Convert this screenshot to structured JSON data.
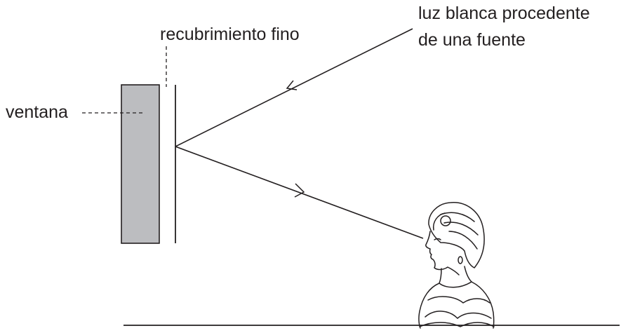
{
  "labels": {
    "coating": "recubrimiento fino",
    "window": "ventana",
    "source_line1": "luz blanca procedente",
    "source_line2": "de una fuente"
  },
  "colors": {
    "ink": "#231f20",
    "window_fill": "#bcbdc0"
  }
}
